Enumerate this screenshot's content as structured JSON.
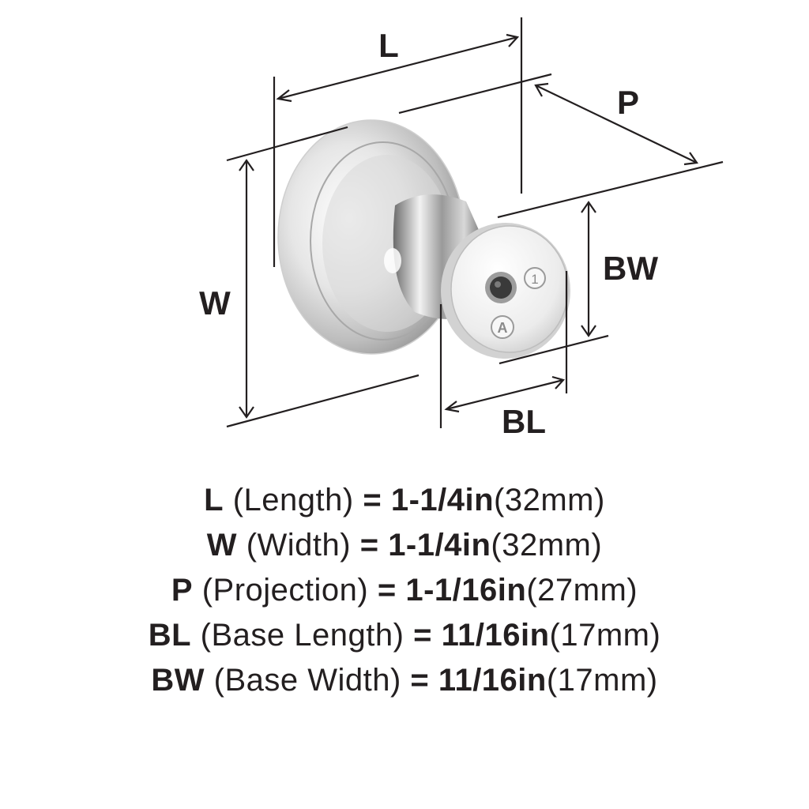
{
  "dimension_labels": {
    "length": "L",
    "width": "W",
    "projection": "P",
    "base_length": "BL",
    "base_width": "BW"
  },
  "knob_marks": {
    "number": "1",
    "letter": "A"
  },
  "specs": [
    {
      "code": "L",
      "desc": "(Length)",
      "eq": "=",
      "imperial": "1-1/4in",
      "metric": "(32mm)"
    },
    {
      "code": "W",
      "desc": "(Width)",
      "eq": "=",
      "imperial": "1-1/4in",
      "metric": "(32mm)"
    },
    {
      "code": "P",
      "desc": "(Projection)",
      "eq": "=",
      "imperial": "1-1/16in",
      "metric": "(27mm)"
    },
    {
      "code": "BL",
      "desc": "(Base Length)",
      "eq": "=",
      "imperial": "11/16in",
      "metric": "(17mm)"
    },
    {
      "code": "BW",
      "desc": "(Base Width)",
      "eq": "=",
      "imperial": "11/16in",
      "metric": "(17mm)"
    }
  ],
  "colors": {
    "ink": "#231f20",
    "chrome_light": "#f4f4f4",
    "chrome_mid": "#b9b9b9",
    "chrome_dark": "#5a5a5a"
  }
}
